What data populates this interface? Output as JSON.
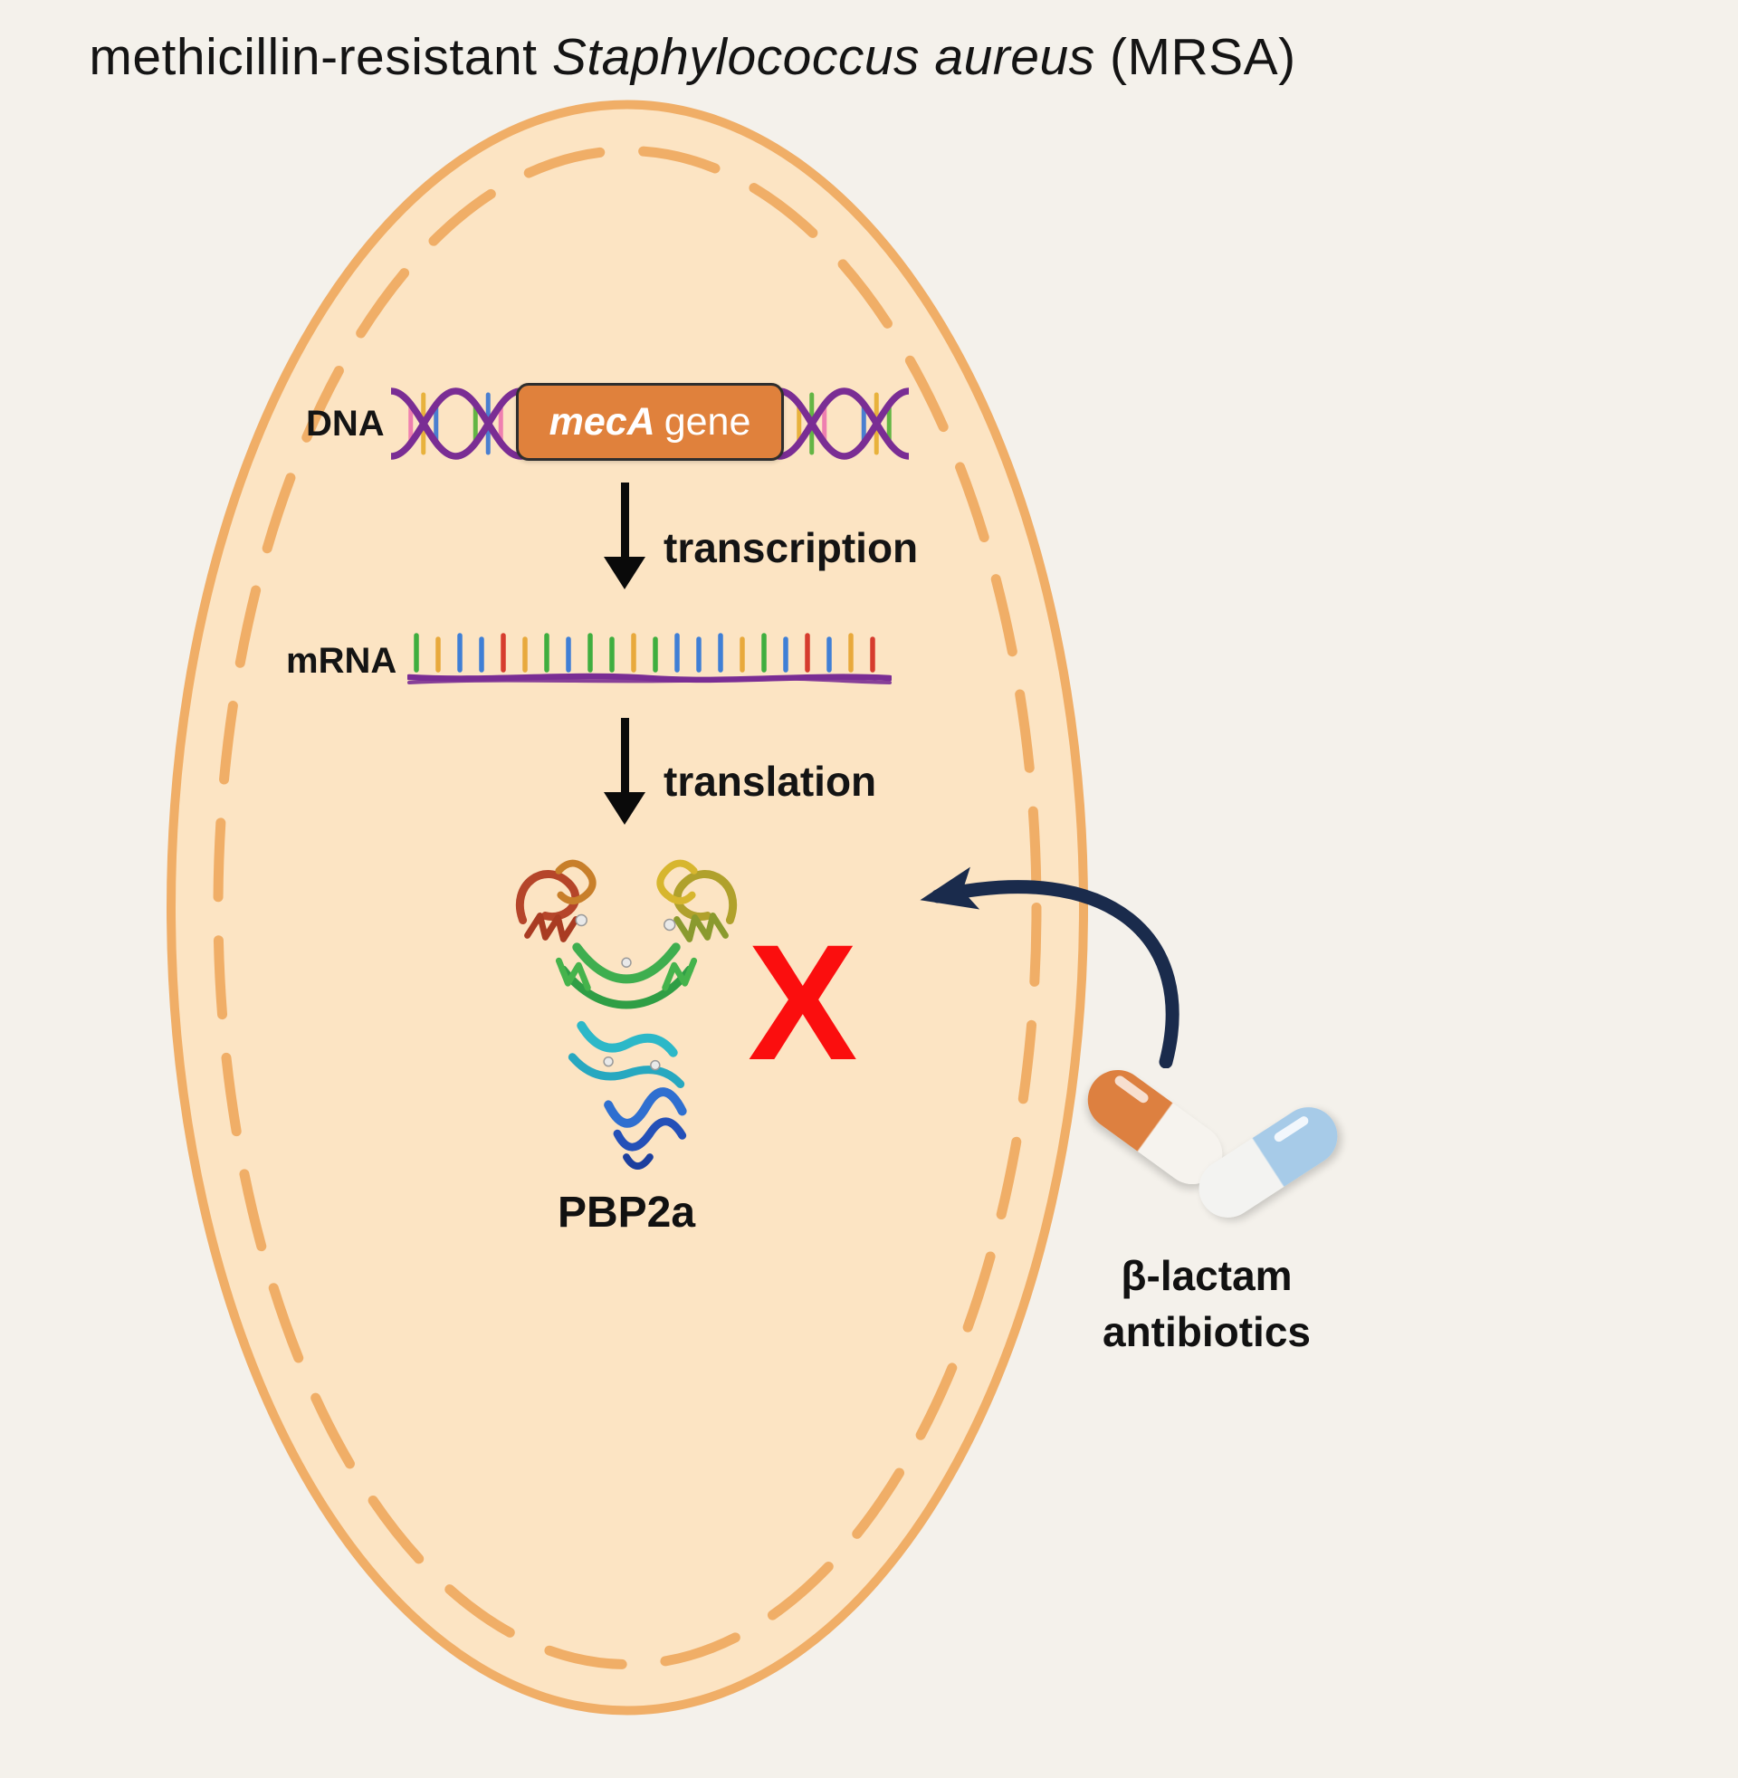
{
  "title": {
    "prefix": "methicillin-resistant ",
    "species": "Staphylococcus aureus",
    "suffix": " (MRSA)"
  },
  "dna": {
    "label": "DNA",
    "gene_name": "mecA",
    "gene_word": "gene"
  },
  "steps": {
    "transcription": "transcription",
    "translation": "translation"
  },
  "mrna": {
    "label": "mRNA"
  },
  "protein": {
    "label": "PBP2a"
  },
  "inhibition": {
    "x_mark": "X"
  },
  "antibiotics": {
    "line1": "β-lactam",
    "line2": "antibiotics"
  },
  "colors": {
    "background": "#f4f1eb",
    "cell_fill": "#fce4c3",
    "cell_border": "#f0ae67",
    "gene_box": "#e0813c",
    "dna_strand_purple": "#7a2d94",
    "x_mark_red": "#fb0e0e",
    "inhibition_arrow_navy": "#1a2b4c",
    "capsule_orange": "#dd8040",
    "capsule_blue": "#a7cbe8",
    "text": "#141414"
  }
}
